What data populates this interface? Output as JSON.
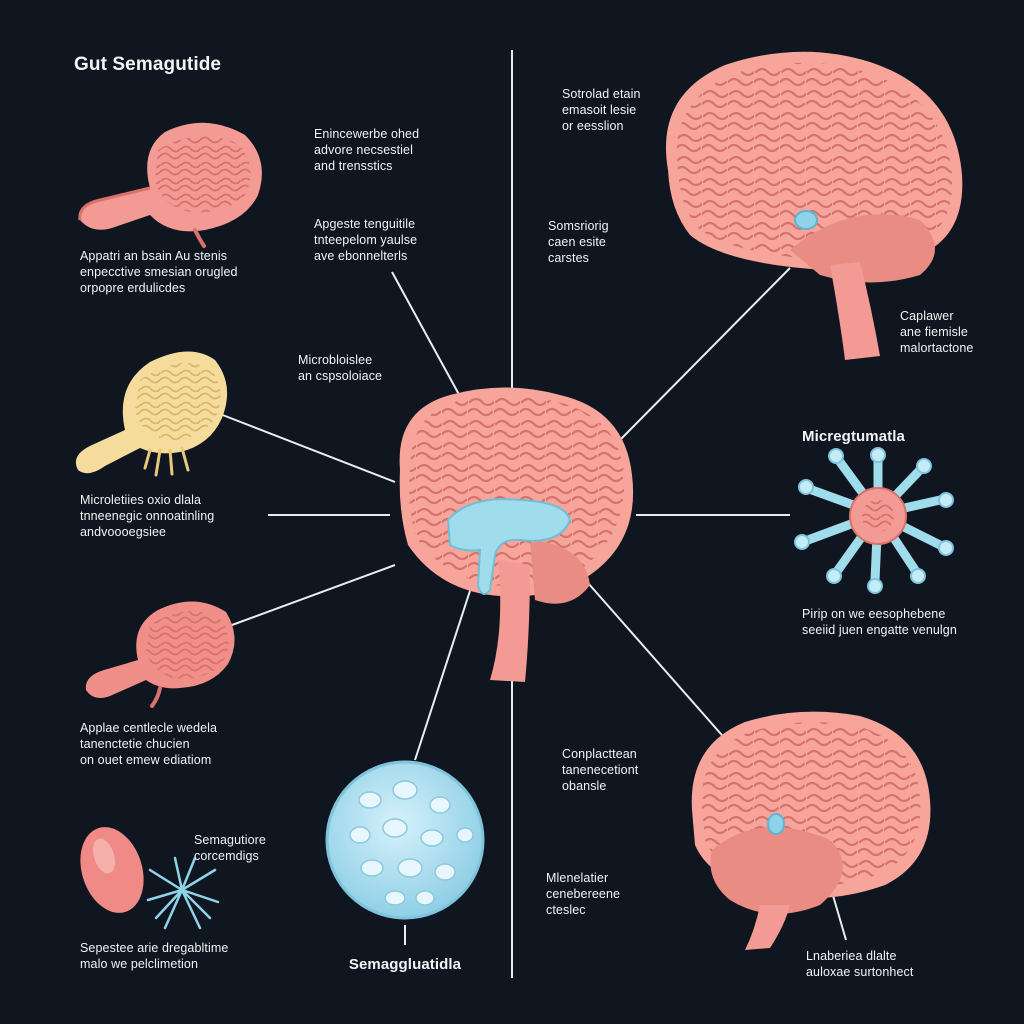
{
  "title": "Gut Semagutide",
  "colors": {
    "background": "#0f1620",
    "organ_pink": "#f29a93",
    "organ_pink_dark": "#d9716c",
    "brain_pink": "#f7a49a",
    "brain_line": "#d4726c",
    "yellow_organ": "#f6dc9c",
    "microglia_blue": "#9fdcec",
    "cell_blue": "#b9e4f5",
    "line": "#e9eef2"
  },
  "labels": {
    "stomach_top": "Appatri an bsain  Au stenis\nenpecctive smesian orugled\norpopre erdulicdes",
    "center_top1": "Enincewerbe ohed\nadvore necsestiel\nand trensstics",
    "center_top2": "Apgeste tenguitile\ntnteepelom yaulse\nave ebonnelterls",
    "microbiome": "Microbloislee\nan cspsoloiace",
    "yellow_organ": "Microletiies oxio dlala\ntnneenegic onnoatinling\nandvoooegsiee",
    "stomach_lower": "Applae centlecle wedela\ntanenctetie chucien\non ouet emew ediatiom",
    "bottom_left_small": "Semagutiore\ncorcemdigs",
    "bottom_left": "Sepestee arie dregabltime\nmalo we pelclimetion",
    "bottom_cell": "Semaggluatidla",
    "top_right": "Sotrolad etain\nemasoit lesie\nor eesslion",
    "mid_right1": "Somsriorig\ncaen esite\ncarstes",
    "brain_right": "Caplawer\nane fiemisle\nmalortactone",
    "microglia_title": "Micregtumatla",
    "microglia_desc": "Pirip on we eesophebene\nseeiid juen engatte venulgn",
    "lower_center1": "Conplacttean\ntanenecetiont\nobansle",
    "lower_center2": "Mlenelatier\ncenebereene\ncteslec",
    "bottom_right": "Lnaberiea dlalte\nauloxae surtonhect"
  }
}
